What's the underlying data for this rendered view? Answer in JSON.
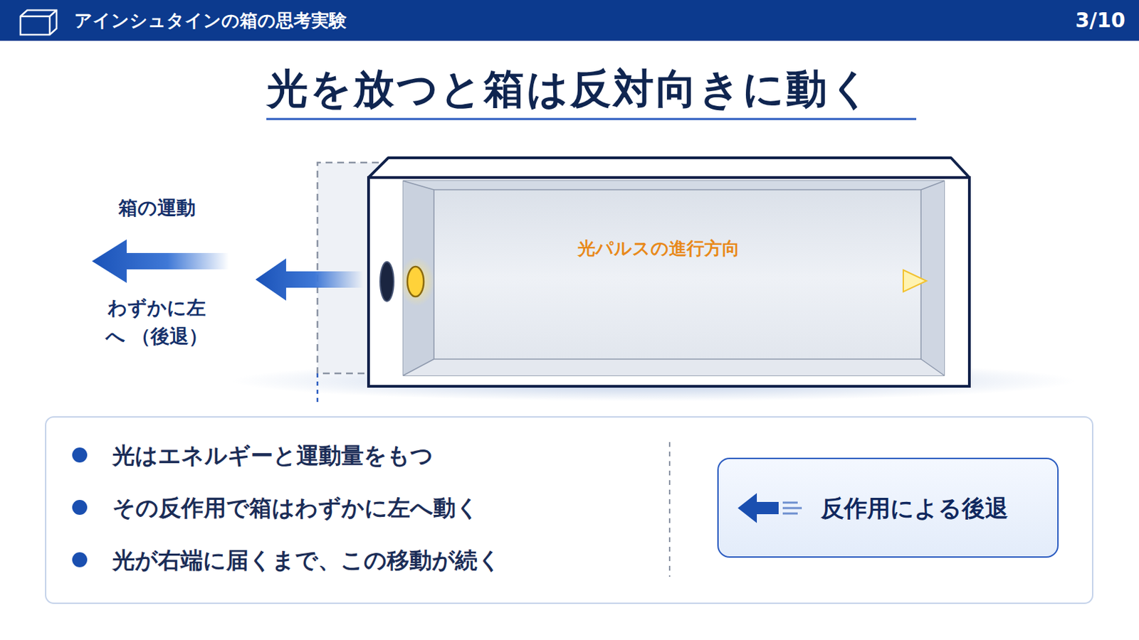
{
  "diagram": {
    "title": "光を放つと箱は反対向きに動く",
    "nodes": [
      {
        "text": [
          "アインシュタインの箱の思考実験",
          "3/10"
        ]
      },
      {
        "text": [
          "光はエネルギーと運動量をもつ",
          "その反作用で箱はわずかに左へ動く",
          "光が右端に届くまで、この移動が続く"
        ]
      },
      {
        "text": [
          "反作用による後退"
        ],
        "in": 1
      }
    ],
    "edges": [],
    "labels": [
      "箱の運動",
      "わずかに左へ （後退）",
      "光パルスの進行方向"
    ]
  }
}
